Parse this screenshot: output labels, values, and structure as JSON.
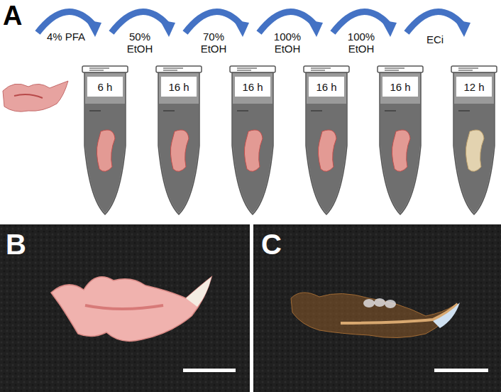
{
  "diagram": {
    "nodes": [
      {
        "text": [
          "6 h"
        ]
      },
      {
        "text": [
          "16 h"
        ]
      },
      {
        "text": [
          "16 h"
        ]
      },
      {
        "text": [
          "16 h"
        ]
      },
      {
        "text": [
          "16 h"
        ]
      },
      {
        "text": [
          "12 h"
        ]
      }
    ],
    "labels": [
      "A",
      "4% PFA",
      "50% EtOH",
      "70% EtOH",
      "100% EtOH",
      "100% EtOH",
      "ECi",
      "B",
      "C"
    ]
  }
}
